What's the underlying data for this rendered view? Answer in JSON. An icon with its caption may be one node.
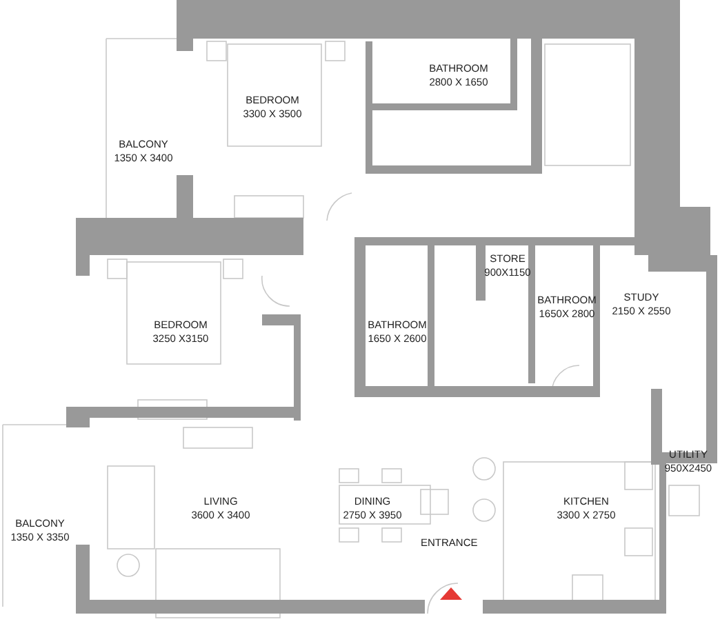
{
  "diagram": {
    "nodes": [
      {
        "text": [
          "BATHROOM",
          "2800 X 1650"
        ]
      },
      {
        "text": [
          "BEDROOM",
          "3300 X 3500"
        ]
      },
      {
        "text": [
          "BALCONY",
          "1350 X 3400"
        ]
      },
      {
        "text": [
          "STORE",
          "900X1150"
        ]
      },
      {
        "text": [
          "BATHROOM",
          "1650X 2800"
        ]
      },
      {
        "text": [
          "STUDY",
          "2150 X 2550"
        ]
      },
      {
        "text": [
          "BEDROOM",
          "3250 X3150"
        ]
      },
      {
        "text": [
          "BATHROOM",
          "1650 X 2600"
        ]
      },
      {
        "text": [
          "UTILITY",
          "950X2450"
        ]
      },
      {
        "text": [
          "LIVING",
          "3600 X 3400"
        ]
      },
      {
        "text": [
          "DINING",
          "2750 X 3950"
        ]
      },
      {
        "text": [
          "KITCHEN",
          "3300 X 2750"
        ]
      },
      {
        "text": [
          "BALCONY",
          "1350 X 3350"
        ]
      }
    ],
    "labels": [
      "ENTRANCE"
    ]
  }
}
